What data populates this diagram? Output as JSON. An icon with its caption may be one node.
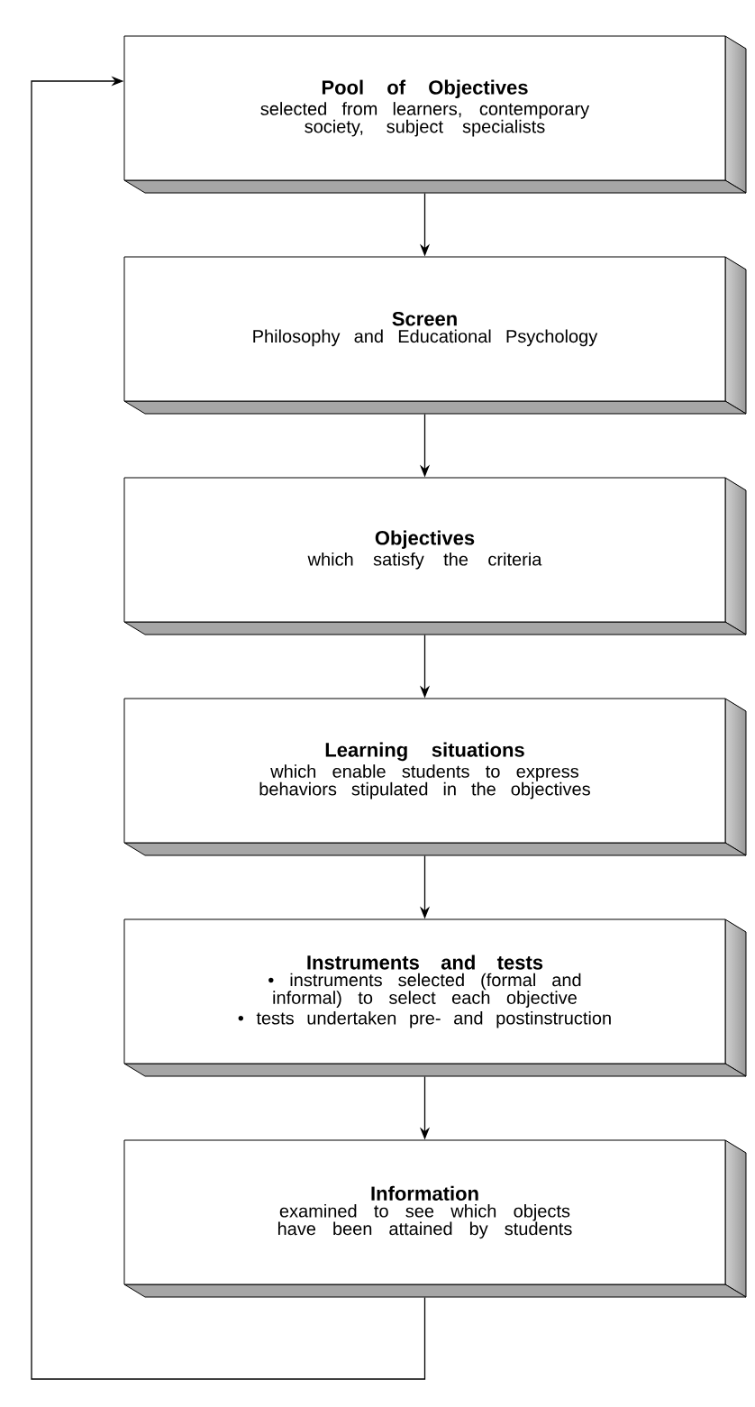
{
  "diagram": {
    "nodes": [
      {
        "text": [
          "Pool of Objectives",
          "selected from learners, contemporary society, subject specialists"
        ]
      },
      {
        "text": [
          "Screen",
          "Philosophy and Educational Psychology"
        ]
      },
      {
        "text": [
          "Objectives",
          "which satisfy the criteria"
        ]
      },
      {
        "text": [
          "Learning situations",
          "which enable students to express behaviors stipulated in the objectives"
        ]
      },
      {
        "text": [
          "Instruments and tests",
          "• instruments selected (formal and informal) to select each objective",
          "• tests undertaken pre- and postinstruction"
        ]
      },
      {
        "text": [
          "Information",
          "examined to see which objects have been attained by students"
        ]
      }
    ],
    "edges": [
      {
        "from": 0,
        "to": 1,
        "arrow": "to"
      },
      {
        "from": 1,
        "to": 2,
        "arrow": "to"
      },
      {
        "from": 2,
        "to": 3,
        "arrow": "to"
      },
      {
        "from": 3,
        "to": 4,
        "arrow": "to"
      },
      {
        "from": 4,
        "to": 5,
        "arrow": "to"
      },
      {
        "from": 5,
        "to": 0,
        "arrow": "to"
      }
    ]
  }
}
